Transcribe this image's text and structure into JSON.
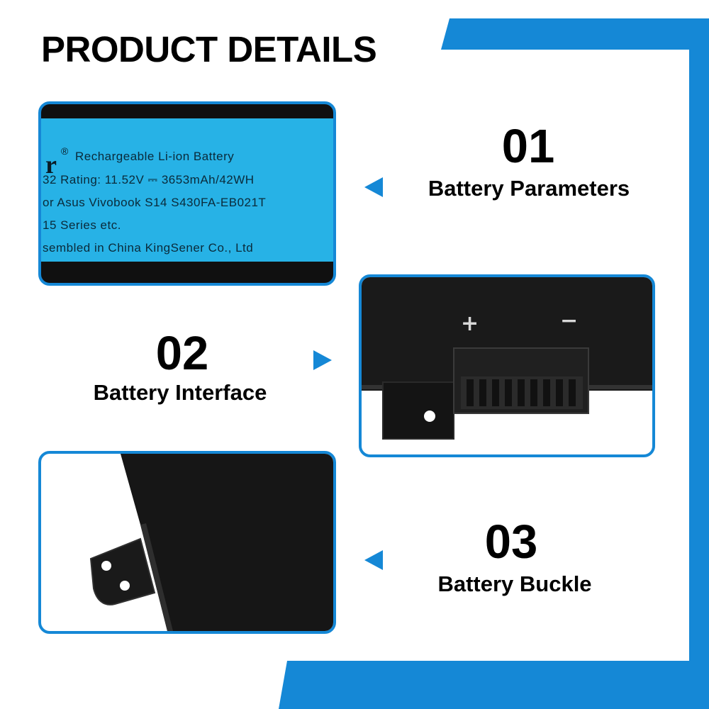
{
  "title": "PRODUCT DETAILS",
  "colors": {
    "accent": "#1588d6",
    "label_blue": "#27b2e6",
    "battery_black": "#161616"
  },
  "label": {
    "logo": "r",
    "registered": "®",
    "lines": [
      "Rechargeable Li-ion Battery",
      "32    Rating: 11.52V ⎓ 3653mAh/42WH",
      "or Asus Vivobook S14 S430FA-EB021T",
      "15 Series etc.",
      "sembled in China  KingSener Co., Ltd"
    ]
  },
  "interface": {
    "plus": "+",
    "minus": "−"
  },
  "features": [
    {
      "number": "01",
      "caption": "Battery Parameters"
    },
    {
      "number": "02",
      "caption": "Battery Interface"
    },
    {
      "number": "03",
      "caption": "Battery Buckle"
    }
  ]
}
